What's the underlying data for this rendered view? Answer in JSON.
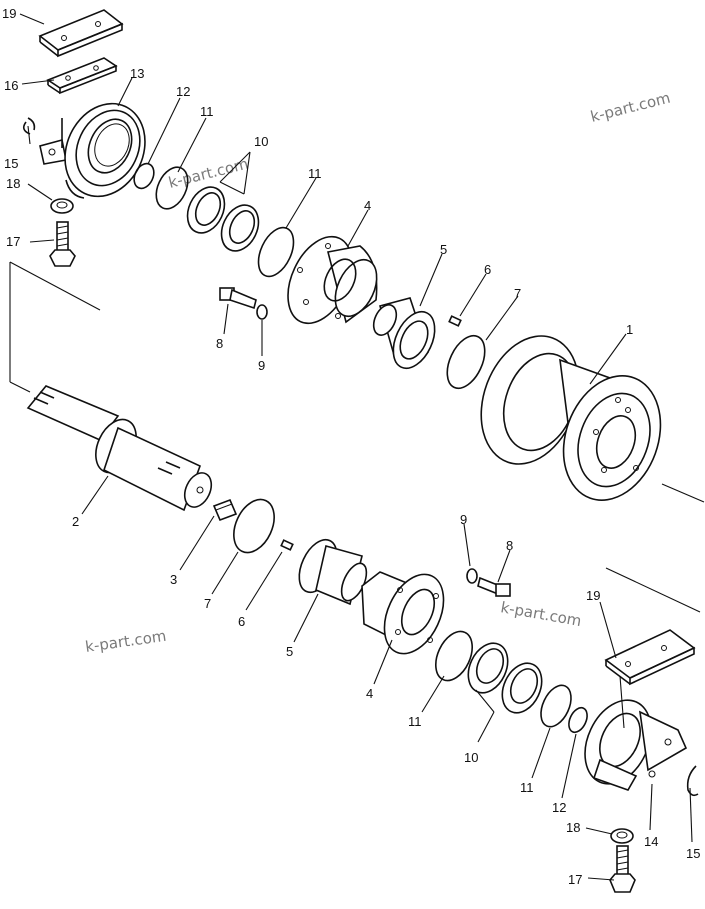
{
  "callouts": {
    "n1": "1",
    "n2": "2",
    "n3": "3",
    "n4a": "4",
    "n4b": "4",
    "n5a": "5",
    "n5b": "5",
    "n6a": "6",
    "n6b": "6",
    "n7a": "7",
    "n7b": "7",
    "n8a": "8",
    "n8b": "8",
    "n9a": "9",
    "n9b": "9",
    "n10a": "10",
    "n10b": "10",
    "n11a": "11",
    "n11b": "11",
    "n11c": "11",
    "n11d": "11",
    "n12a": "12",
    "n12b": "12",
    "n13": "13",
    "n14": "14",
    "n15a": "15",
    "n15b": "15",
    "n16": "16",
    "n17a": "17",
    "n17b": "17",
    "n18a": "18",
    "n18b": "18",
    "n19a": "19",
    "n19b": "19"
  },
  "watermarks": {
    "w1": "k-part.com",
    "w2": "k-part.com",
    "w3": "k-part.com",
    "w4": "k-part.com"
  }
}
